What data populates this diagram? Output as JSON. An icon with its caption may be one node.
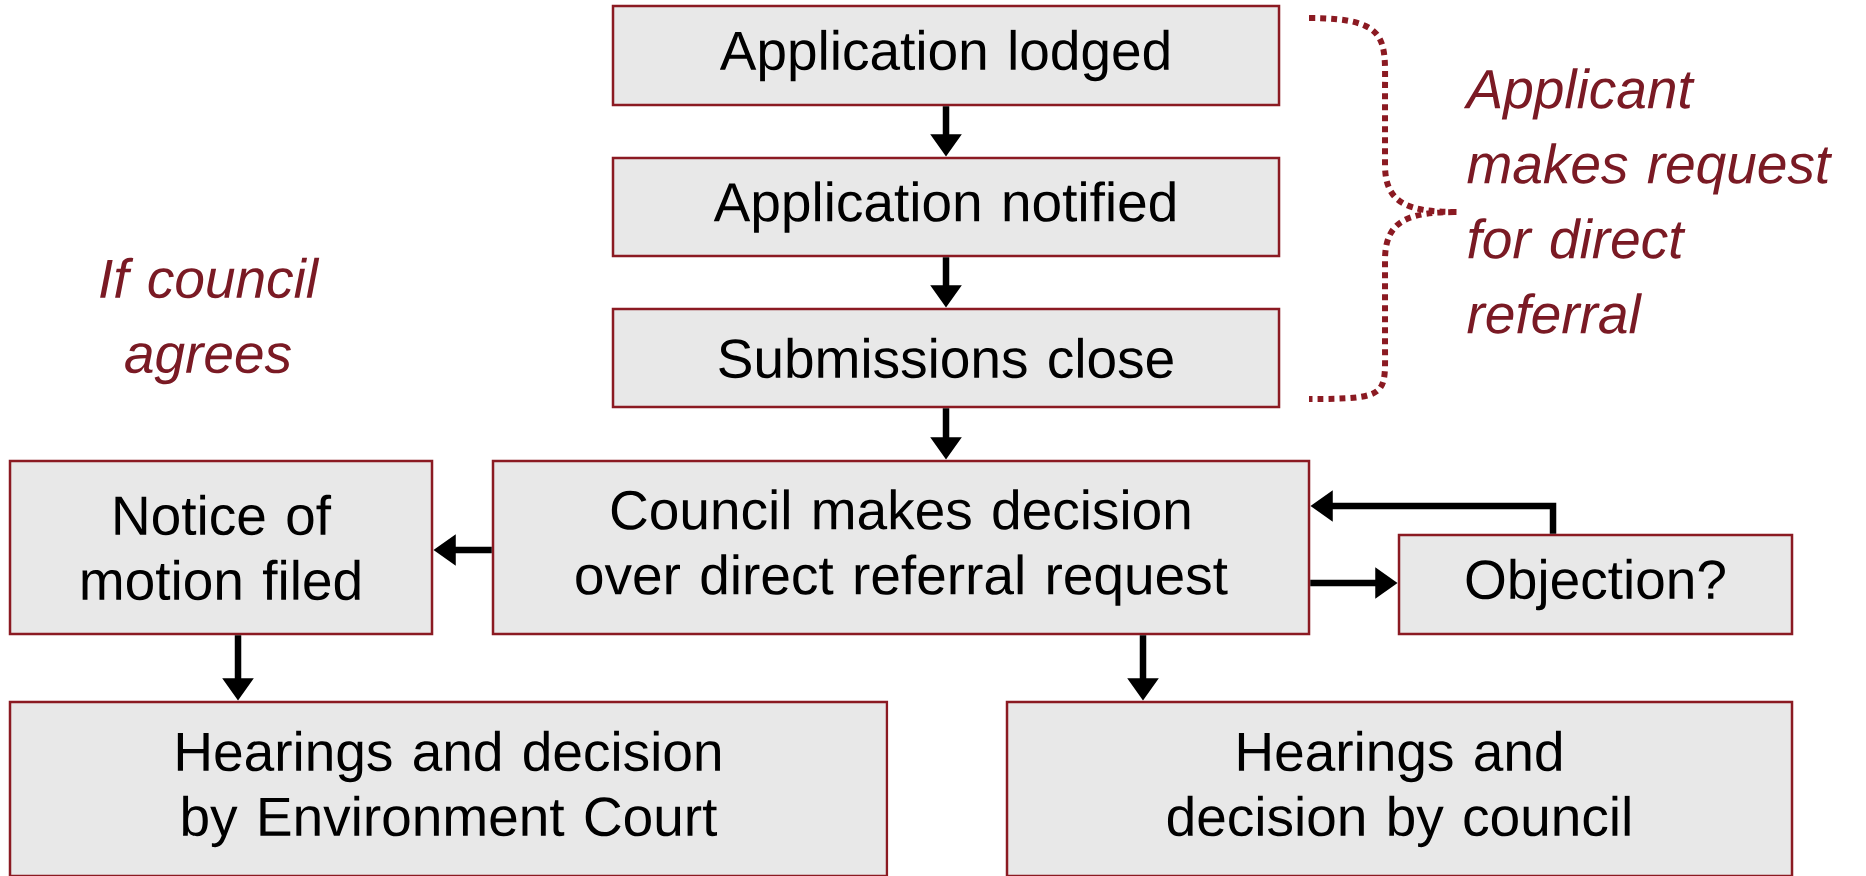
{
  "diagram": {
    "nodes": [
      {
        "text": [
          "Application lodged"
        ]
      },
      {
        "text": [
          "Application notified"
        ]
      },
      {
        "text": [
          "Submissions close"
        ]
      },
      {
        "text": [
          "Notice of motion filed"
        ]
      },
      {
        "text": [
          "Council makes decision over direct referral request"
        ]
      },
      {
        "text": [
          "Objection?"
        ]
      },
      {
        "text": [
          "Hearings and decision by Environment Court"
        ]
      },
      {
        "text": [
          "Hearings and decision by council"
        ]
      }
    ],
    "edges": [
      {
        "from": 0,
        "to": 1,
        "arrow": "to"
      },
      {
        "from": 1,
        "to": 2,
        "arrow": "to"
      },
      {
        "from": 2,
        "to": 4,
        "arrow": "to"
      },
      {
        "from": 4,
        "to": 3,
        "arrow": "to"
      },
      {
        "from": 4,
        "to": 5,
        "arrow": "to"
      },
      {
        "from": 5,
        "to": 4,
        "arrow": "to"
      },
      {
        "from": 3,
        "to": 6,
        "arrow": "to"
      },
      {
        "from": 4,
        "to": 7,
        "arrow": "to"
      }
    ],
    "labels": [
      "Applicant makes request for direct referral",
      "If council agrees"
    ]
  }
}
